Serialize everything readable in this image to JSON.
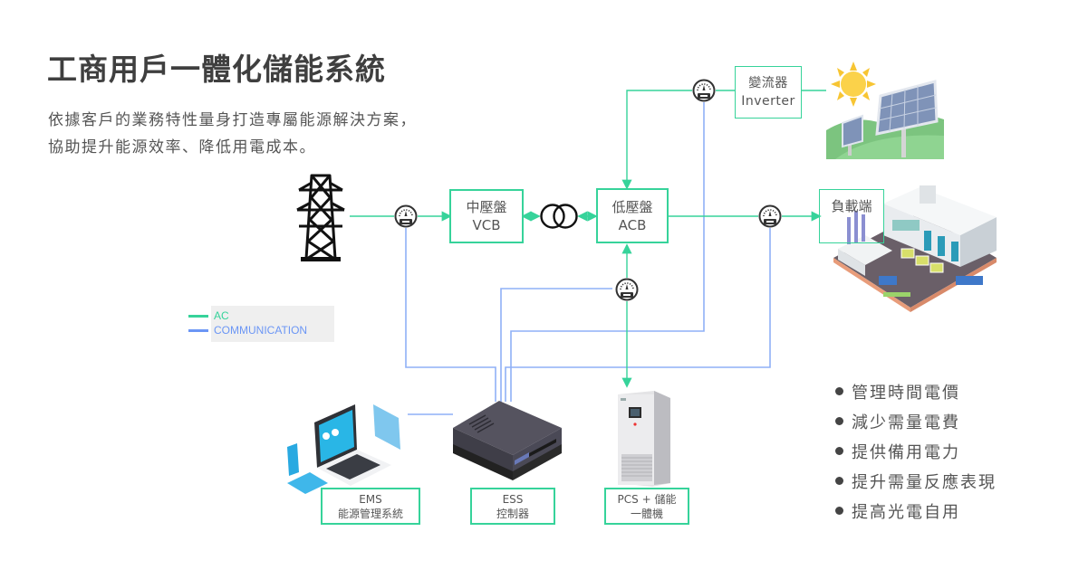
{
  "header": {
    "title": "工商用戶一體化儲能系統",
    "subtitle_lines": [
      "依據客戶的業務特性量身打造專屬能源解決方案，",
      "協助提升能源效率、降低用電成本。"
    ]
  },
  "diagram": {
    "nodes": {
      "vcb": {
        "line1": "中壓盤",
        "line2": "VCB"
      },
      "acb": {
        "line1": "低壓盤",
        "line2": "ACB"
      },
      "inverter": {
        "line1": "變流器",
        "line2": "Inverter"
      },
      "load": {
        "line1": "負載端"
      },
      "ems": {
        "line1": "EMS",
        "line2": "能源管理系統"
      },
      "ess": {
        "line1": "ESS",
        "line2": "控制器"
      },
      "pcs": {
        "line1": "PCS + 儲能",
        "line2": "一體機"
      }
    },
    "icons": [
      "transmission-tower-icon",
      "meter-icon",
      "transformer-icon",
      "solar-panel-icon",
      "sun-icon",
      "factory-icon",
      "laptop-icon",
      "controller-device-icon",
      "battery-cabinet-icon"
    ]
  },
  "legend": {
    "items": [
      {
        "label": "AC",
        "color": "#36d39a"
      },
      {
        "label": "COMMUNICATION",
        "color": "#6b96f5"
      }
    ]
  },
  "benefits": [
    "管理時間電價",
    "減少需量電費",
    "提供備用電力",
    "提升需量反應表現",
    "提高光電自用"
  ],
  "colors": {
    "ac": "#36d39a",
    "communication": "#7fa4f7",
    "text": "#555555"
  }
}
